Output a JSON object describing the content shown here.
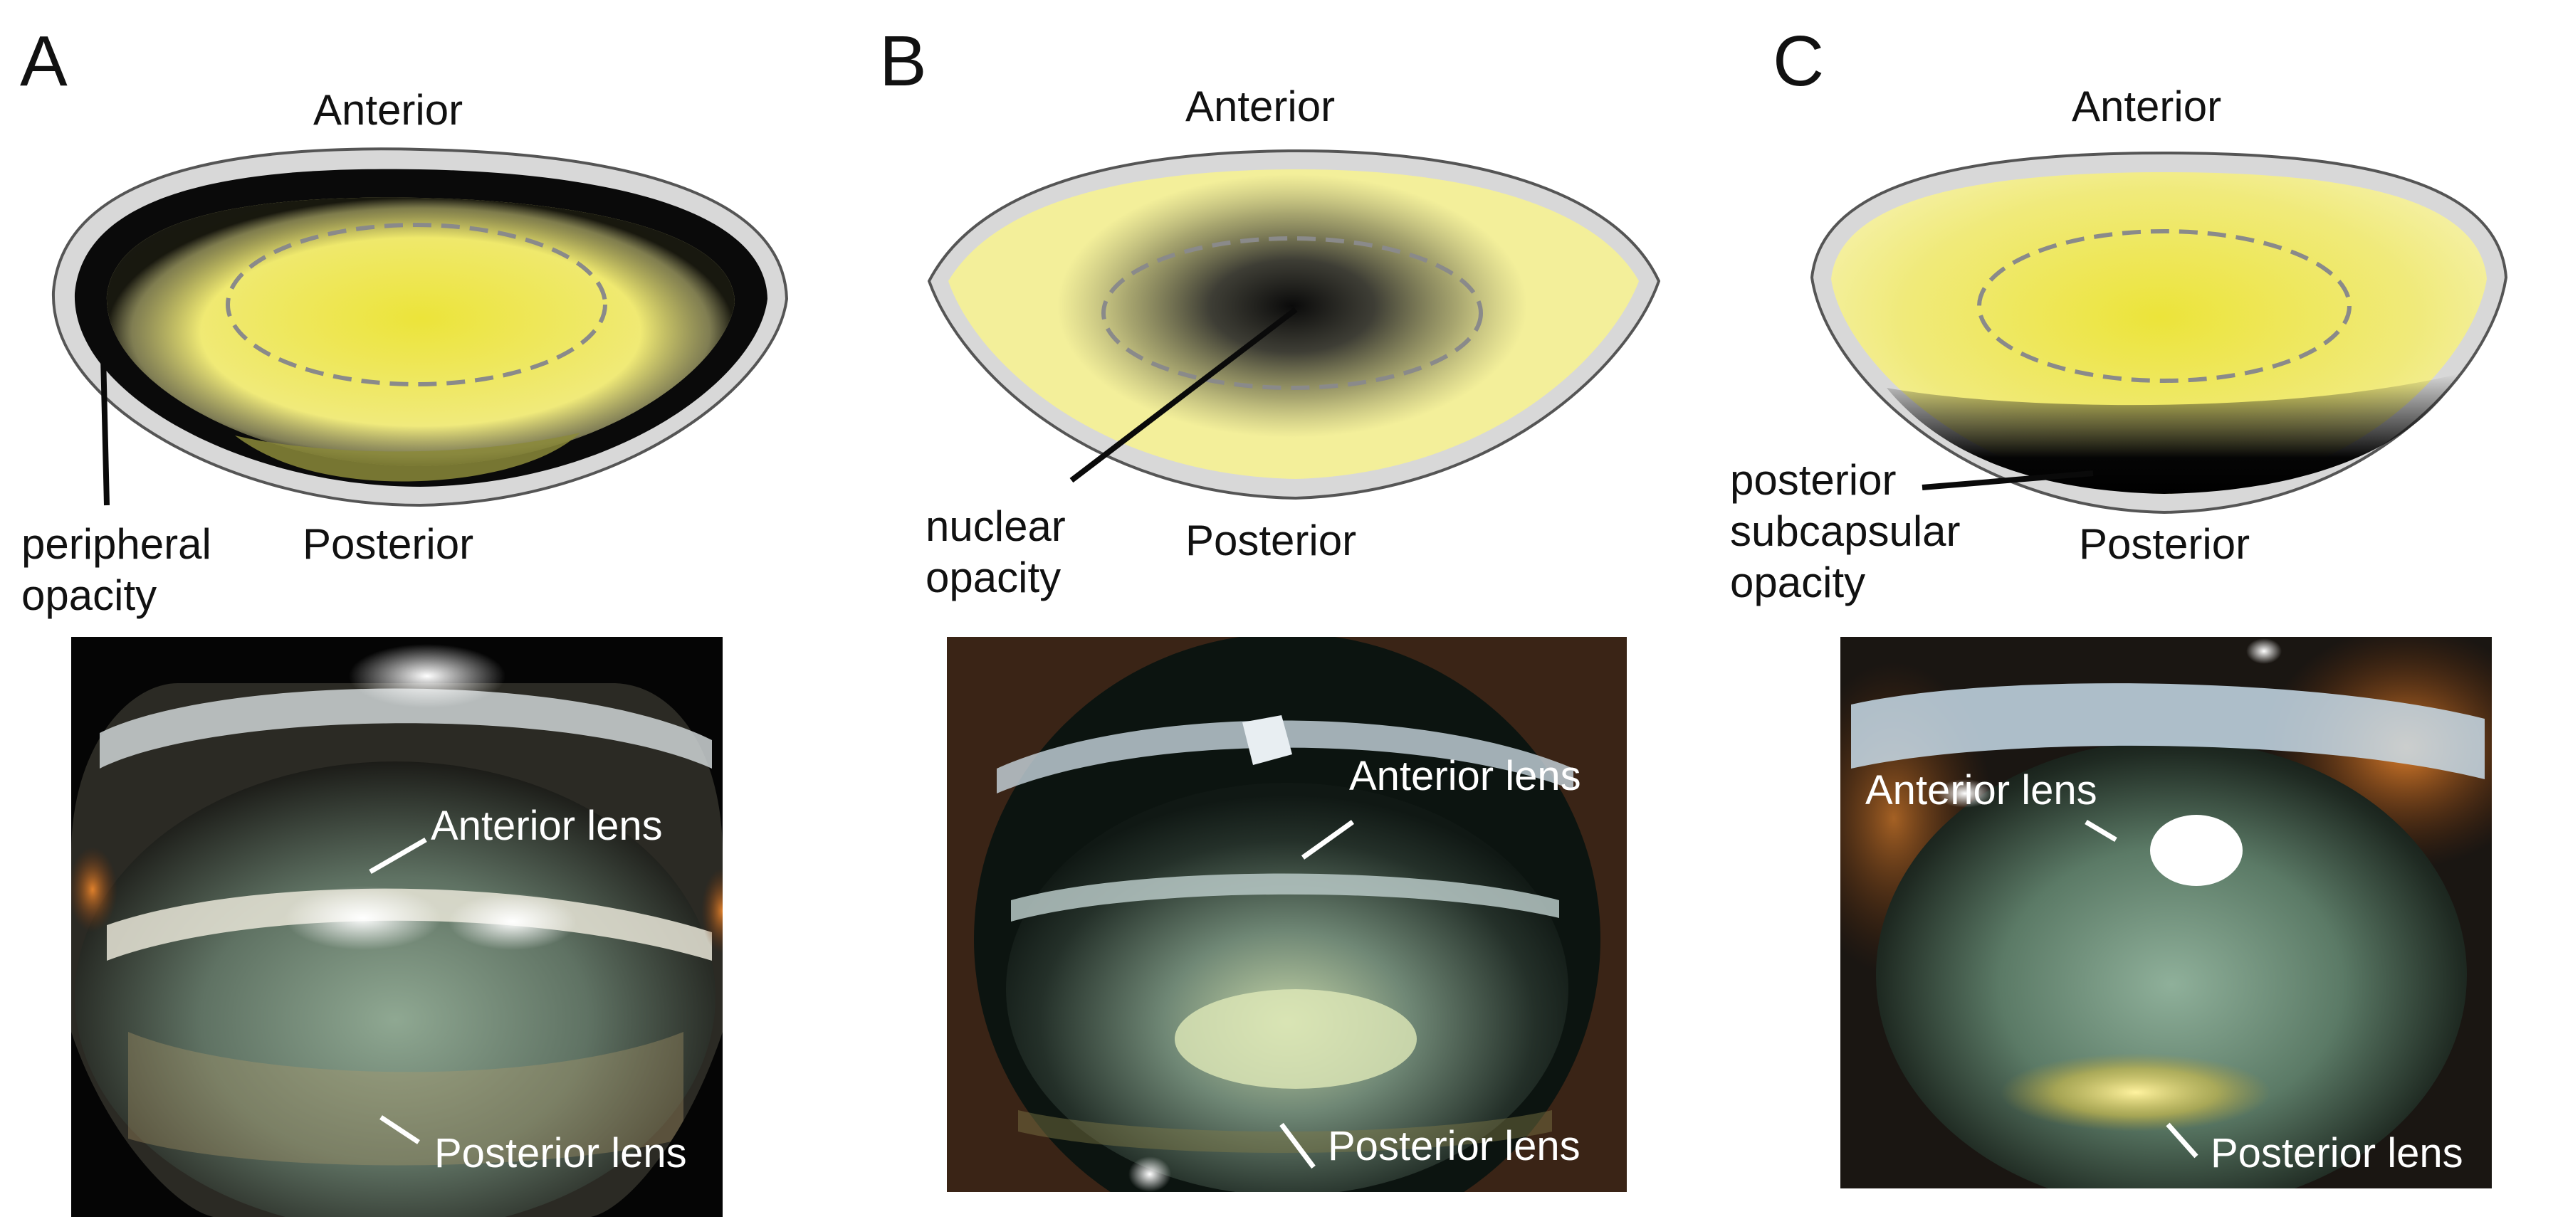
{
  "colors": {
    "lens_fill": "#f1ee8c",
    "lens_core": "#ece43a",
    "capsule": "#d8d8d8",
    "opacity": "#0a0a0a",
    "outline": "#555555",
    "label_white": "#ffffff"
  },
  "panels": [
    {
      "letter": "A",
      "anterior_label": "Anterior",
      "posterior_label": "Posterior",
      "callout_lines": [
        "peripheral",
        "opacity"
      ],
      "photo": {
        "anterior_lens": "Anterior lens",
        "posterior_lens": "Posterior lens"
      }
    },
    {
      "letter": "B",
      "anterior_label": "Anterior",
      "posterior_label": "Posterior",
      "callout_lines": [
        "nuclear",
        "opacity"
      ],
      "photo": {
        "anterior_lens": "Anterior lens",
        "posterior_lens": "Posterior lens"
      }
    },
    {
      "letter": "C",
      "anterior_label": "Anterior",
      "posterior_label": "Posterior",
      "callout_lines": [
        "posterior",
        "subcapsular",
        "opacity"
      ],
      "photo": {
        "anterior_lens": "Anterior lens",
        "posterior_lens": "Posterior lens"
      }
    }
  ]
}
